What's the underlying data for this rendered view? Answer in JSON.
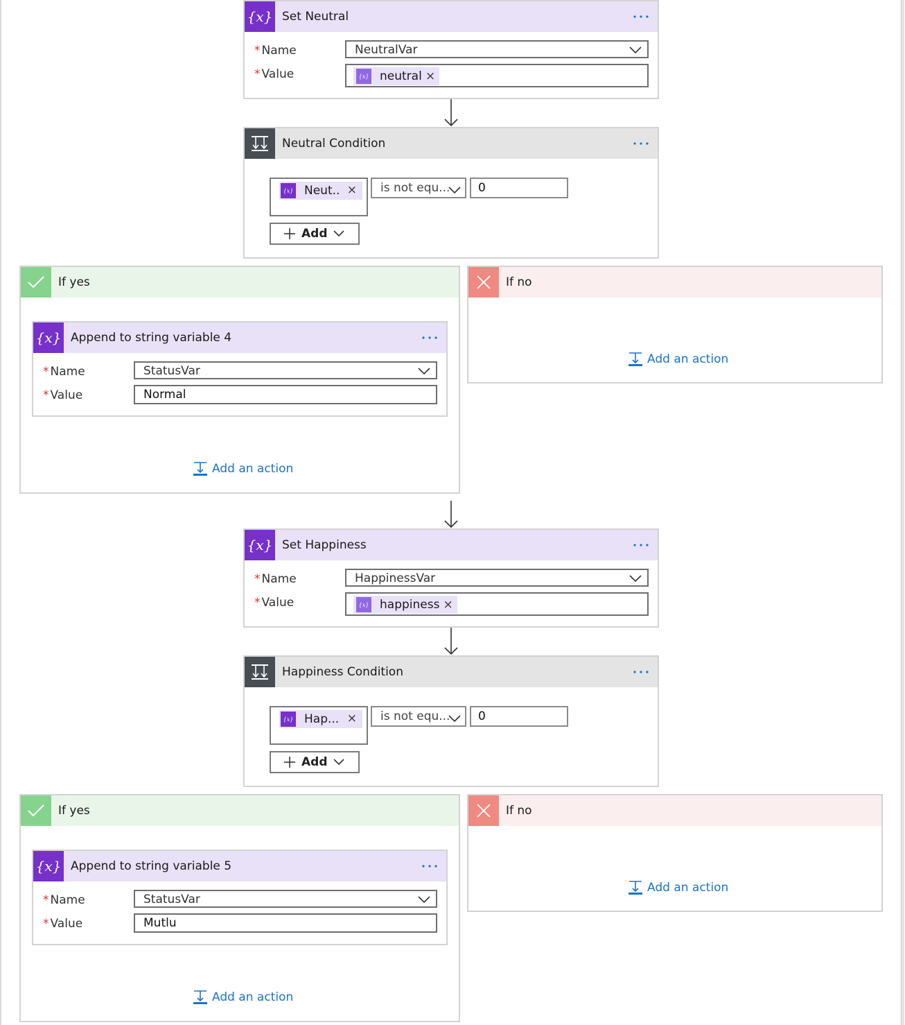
{
  "colors": {
    "variable_accent": "#7730c9",
    "condition_accent": "#474d52",
    "yes_accent": "#86d38e",
    "no_accent": "#ee8a82",
    "link": "#1a73c8",
    "required": "#d13438"
  },
  "set_neutral": {
    "title": "Set Neutral",
    "icon": "variable-icon",
    "name_label": "Name",
    "name_value": "NeutralVar",
    "value_label": "Value",
    "value_token": "neutral",
    "token_remove": "×"
  },
  "neutral_condition": {
    "title": "Neutral Condition",
    "icon": "condition-icon",
    "left_token": "Neut..",
    "token_remove": "×",
    "operator": "is not equ...",
    "right_value": "0",
    "add_label": "Add"
  },
  "neutral_yes": {
    "title": "If yes",
    "action": {
      "title": "Append to string variable 4",
      "name_label": "Name",
      "name_value": "StatusVar",
      "value_label": "Value",
      "value_text": "Normal"
    },
    "add_action": "Add an action"
  },
  "neutral_no": {
    "title": "If no",
    "add_action": "Add an action"
  },
  "set_happiness": {
    "title": "Set Happiness",
    "icon": "variable-icon",
    "name_label": "Name",
    "name_value": "HappinessVar",
    "value_label": "Value",
    "value_token": "happiness",
    "token_remove": "×"
  },
  "happiness_condition": {
    "title": "Happiness Condition",
    "icon": "condition-icon",
    "left_token": "Hap...",
    "token_remove": "×",
    "operator": "is not equ...",
    "right_value": "0",
    "add_label": "Add"
  },
  "happiness_yes": {
    "title": "If yes",
    "action": {
      "title": "Append to string variable 5",
      "name_label": "Name",
      "name_value": "StatusVar",
      "value_label": "Value",
      "value_text": "Mutlu"
    },
    "add_action": "Add an action"
  },
  "happiness_no": {
    "title": "If no",
    "add_action": "Add an action"
  }
}
